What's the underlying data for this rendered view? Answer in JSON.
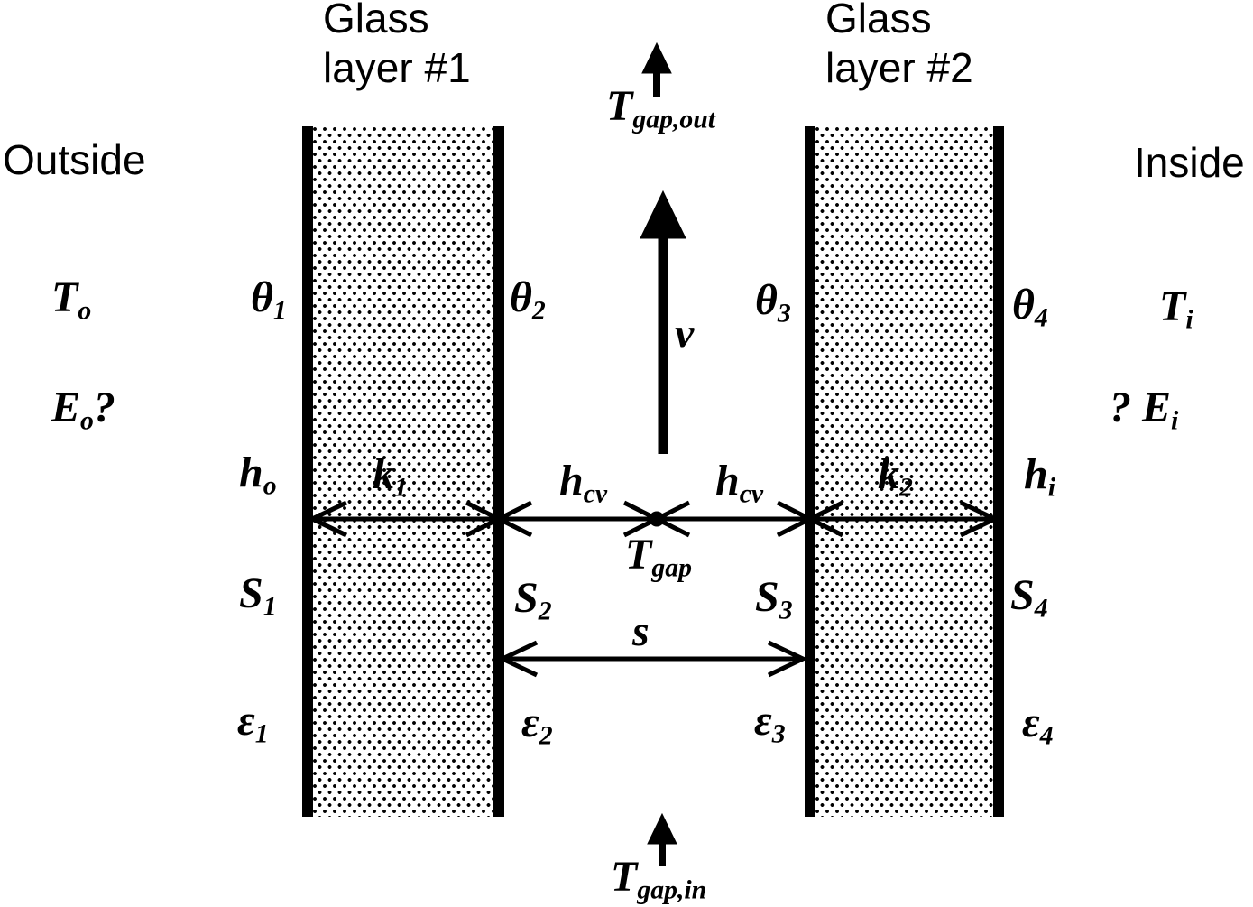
{
  "colors": {
    "ink": "#000000",
    "background": "#ffffff"
  },
  "headers": {
    "glass1": {
      "line1": "Glass",
      "line2": "layer #1"
    },
    "glass2": {
      "line1": "Glass",
      "line2": "layer #2"
    },
    "outside": "Outside",
    "inside": "Inside"
  },
  "labels": {
    "T_o": {
      "base": "T",
      "sub": "o"
    },
    "E_o": {
      "base": "E",
      "sub": "o",
      "suffix": "?"
    },
    "theta_1": {
      "base": "θ",
      "sub": "1"
    },
    "theta_2": {
      "base": "θ",
      "sub": "2"
    },
    "theta_3": {
      "base": "θ",
      "sub": "3"
    },
    "theta_4": {
      "base": "θ",
      "sub": "4"
    },
    "T_i": {
      "base": "T",
      "sub": "i"
    },
    "E_i": {
      "prefix": "? ",
      "base": "E",
      "sub": "i"
    },
    "h_o": {
      "base": "h",
      "sub": "o"
    },
    "h_i": {
      "base": "h",
      "sub": "i"
    },
    "k_1": {
      "base": "k",
      "sub": "1"
    },
    "k_2": {
      "base": "k",
      "sub": "2"
    },
    "h_cv_left": {
      "base": "h",
      "sub": "cv"
    },
    "h_cv_right": {
      "base": "h",
      "sub": "cv"
    },
    "S_1": {
      "base": "S",
      "sub": "1"
    },
    "S_2": {
      "base": "S",
      "sub": "2"
    },
    "S_3": {
      "base": "S",
      "sub": "3"
    },
    "S_4": {
      "base": "S",
      "sub": "4"
    },
    "eps_1": {
      "base": "ε",
      "sub": "1"
    },
    "eps_2": {
      "base": "ε",
      "sub": "2"
    },
    "eps_3": {
      "base": "ε",
      "sub": "3"
    },
    "eps_4": {
      "base": "ε",
      "sub": "4"
    },
    "T_gap": {
      "base": "T",
      "sub": "gap"
    },
    "T_gap_out": {
      "base": "T",
      "sub": "gap,out"
    },
    "T_gap_in": {
      "base": "T",
      "sub": "gap,in"
    },
    "v": {
      "base": "v"
    },
    "s": {
      "base": "s"
    }
  }
}
